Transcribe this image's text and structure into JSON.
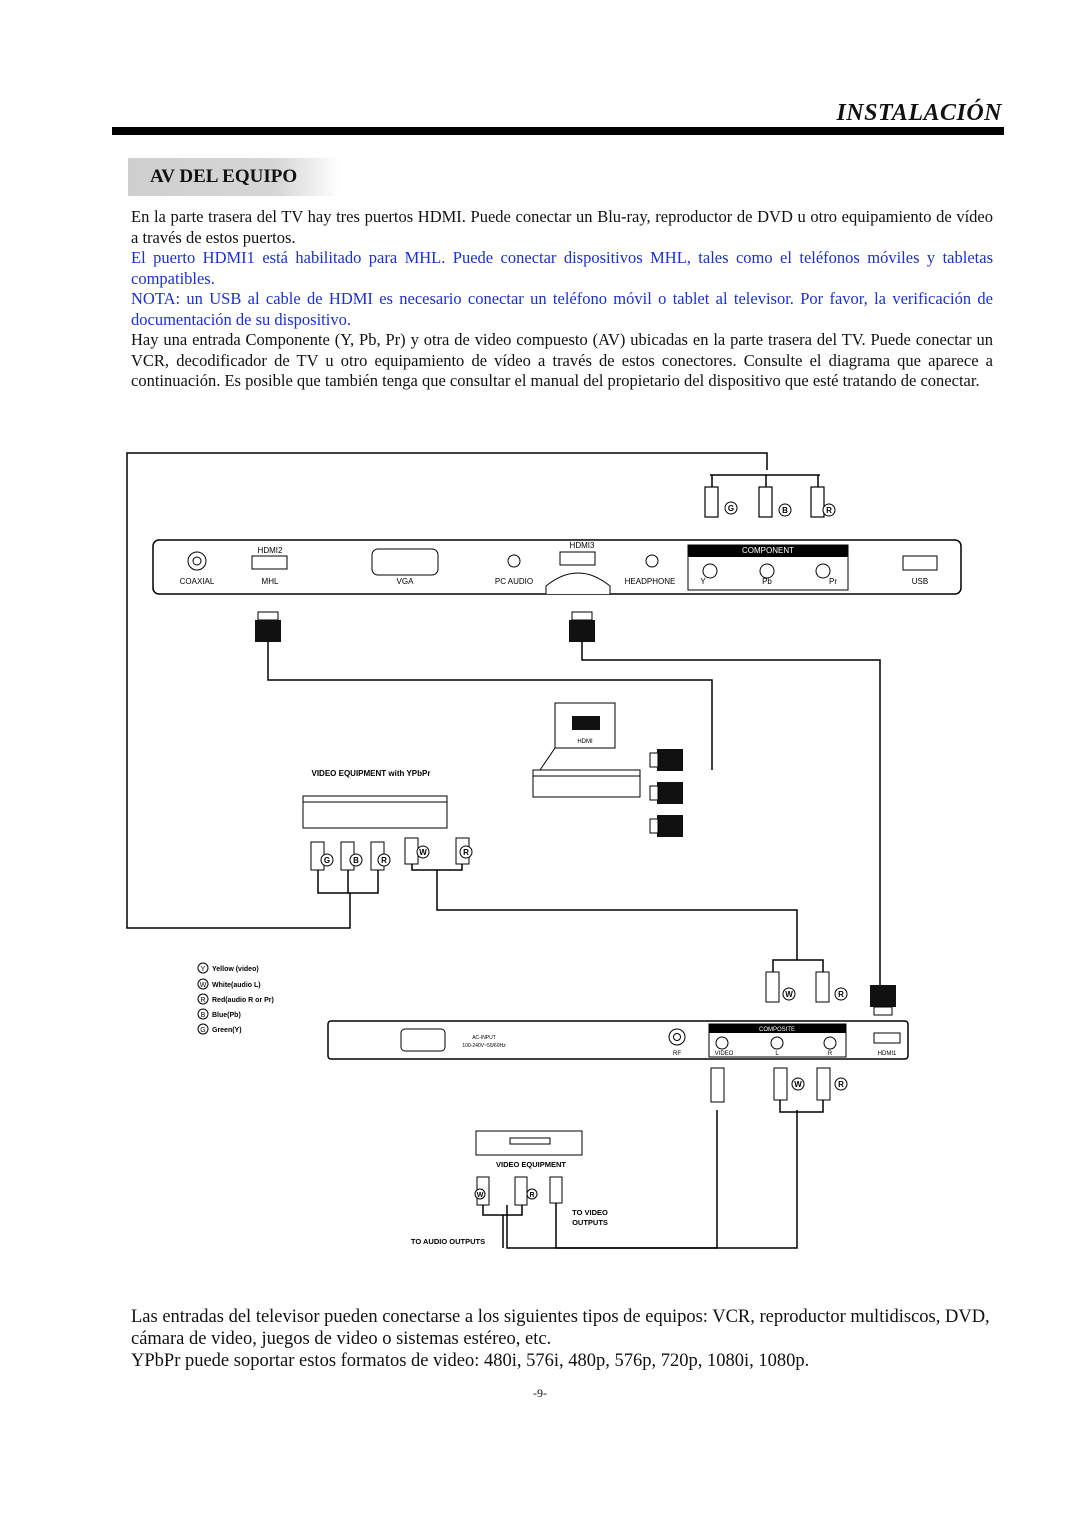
{
  "header": {
    "title": "INSTALACIÓN"
  },
  "section": {
    "title": "AV DEL EQUIPO"
  },
  "paragraphs": {
    "p1": "En la parte trasera del TV hay tres puertos HDMI. Puede conectar un Blu-ray, reproductor de DVD u otro equipamiento de vídeo a través de estos puertos.",
    "p2": "El puerto HDMI1 está habilitado para MHL. Puede conectar dispositivos MHL, tales como el teléfonos móviles y tabletas compatibles.",
    "p3": "NOTA: un USB al cable de HDMI es necesario conectar un teléfono móvil o tablet al televisor. Por favor, la verificación de documentación de su dispositivo.",
    "p4": "Hay una entrada Componente (Y, Pb, Pr) y otra de video compuesto (AV) ubicadas en la parte trasera del TV. Puede conectar un VCR, decodificador de TV u otro equipamiento de vídeo a través de estos conectores. Consulte el diagrama que aparece a continuación. Es posible que también tenga que consultar el manual del propietario del dispositivo que esté tratando de conectar."
  },
  "diagram": {
    "top_panel": {
      "hdmi2": "HDMI2",
      "hdmi3": "HDMI3",
      "component": "COMPONENT",
      "coaxial": "COAXIAL",
      "mhl": "MHL",
      "vga": "VGA",
      "pc_audio": "PC AUDIO",
      "headphone": "HEADPHONE",
      "y": "Y",
      "pb": "Pb",
      "pr": "Pr",
      "usb": "USB"
    },
    "plug_letters": {
      "g": "G",
      "b": "B",
      "r": "R",
      "w": "W"
    },
    "hdmi_device_label": "HDMI",
    "video_equipment_ypbpr": "VIDEO EQUIPMENT with YPbPr",
    "legend": [
      {
        "letter": "Y",
        "text": "Yellow (video)"
      },
      {
        "letter": "W",
        "text": "White(audio L)"
      },
      {
        "letter": "R",
        "text": "Red(audio R or Pr)"
      },
      {
        "letter": "B",
        "text": "Blue(Pb)"
      },
      {
        "letter": "G",
        "text": "Green(Y)"
      }
    ],
    "bottom_panel": {
      "ac_input": "AC-INPUT",
      "ac_spec": "100-240V~50/60Hz",
      "composite": "COMPOSITE",
      "rf": "RF",
      "video": "VIDEO",
      "l": "L",
      "r": "R",
      "hdmi1": "HDMI1"
    },
    "video_equipment": "VIDEO EQUIPMENT",
    "to_video": "TO VIDEO",
    "outputs": "OUTPUTS",
    "to_audio_outputs": "TO AUDIO OUTPUTS"
  },
  "bottom": {
    "p1": "Las entradas del televisor pueden conectarse a los siguientes tipos de equipos: VCR, reproductor multidiscos, DVD, cámara de video, juegos de video o sistemas estéreo, etc.",
    "p2": "YPbPr puede soportar estos formatos de video: 480i, 576i, 480p, 576p, 720p, 1080i, 1080p."
  },
  "page_number": "-9-",
  "colors": {
    "blue_text": "#1a2fd6"
  }
}
